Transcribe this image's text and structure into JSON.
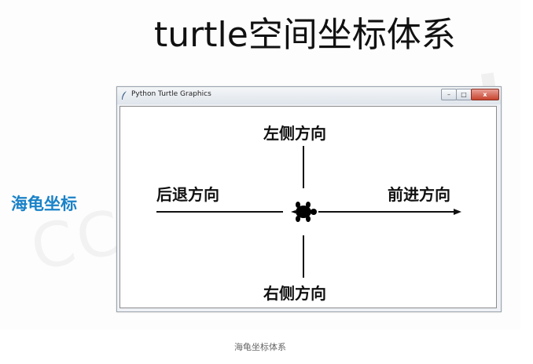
{
  "slide": {
    "title": "turtle空间坐标体系",
    "side_label": "海龟坐标"
  },
  "window": {
    "title": "Python Turtle Graphics",
    "minimize_label": "–",
    "maximize_label": "□",
    "close_label": "x"
  },
  "canvas": {
    "labels": {
      "left": "左侧方向",
      "back": "后退方向",
      "forward": "前进方向",
      "right": "右侧方向"
    }
  },
  "caption": "海龟坐标体系",
  "colors": {
    "side_label": "#1a82c8",
    "text": "#111111"
  }
}
